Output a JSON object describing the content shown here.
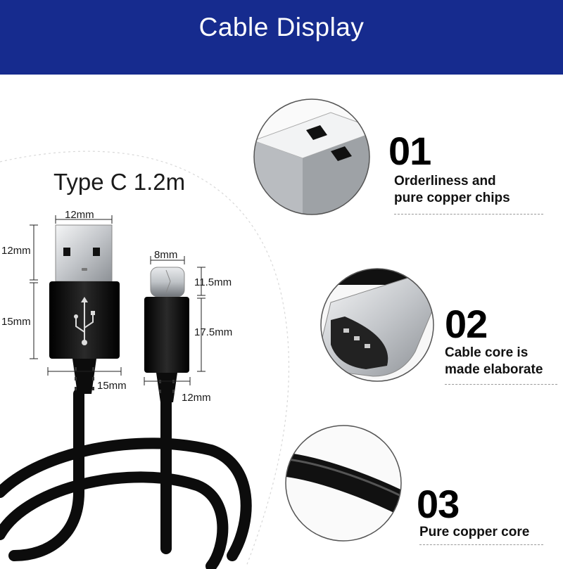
{
  "header": {
    "title": "Cable Display"
  },
  "product": {
    "title": "Type C 1.2m"
  },
  "dimensions": {
    "usb_width": "12mm",
    "usb_metal_height": "12mm",
    "usb_body_height": "15mm",
    "usb_body_width": "15mm",
    "typec_width": "8mm",
    "typec_metal_height": "11.5mm",
    "typec_body_height": "17.5mm",
    "typec_neck": "12mm"
  },
  "features": [
    {
      "number": "01",
      "line1": "Orderliness and",
      "line2": "pure copper chips",
      "icon": "usb-a-connector-closeup"
    },
    {
      "number": "02",
      "line1": "Cable core is",
      "line2": "made elaborate",
      "icon": "usb-c-connector-closeup"
    },
    {
      "number": "03",
      "line1": "Pure copper core",
      "line2": "",
      "icon": "cable-core-closeup"
    }
  ],
  "colors": {
    "banner": "#162b8e",
    "cable": "#111111",
    "metal": "#c9ccd0"
  }
}
